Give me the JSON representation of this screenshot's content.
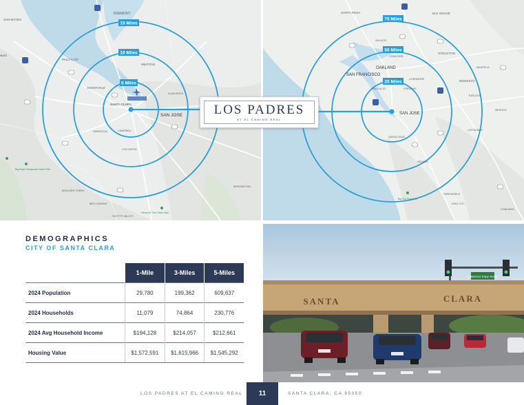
{
  "logo": {
    "main": "LOS PADRES",
    "sub": "AT EL CAMINO REAL"
  },
  "map_left": {
    "rings": [
      "15 Miles",
      "10 Miles",
      "5 Miles"
    ],
    "places": {
      "santa_mateo": "SAN MATEO",
      "fremont": "FREMONT",
      "palo_alto": "PALO ALTO",
      "milpitas": "MILPITAS",
      "sunnyvale": "SUNNYVALE",
      "santa_clara": "SANTA CLARA",
      "san_jose": "SAN JOSE",
      "campbell": "CAMPBELL",
      "saratoga": "SARATOGA",
      "los_gatos": "LOS GATOS",
      "alum_rock": "ALUM ROCK",
      "morgan_hill": "MORGAN HILL",
      "scotts_valley": "SCOTTS VALLEY",
      "boulder_creek": "BOULDER CREEK",
      "big_basin": "Big Basin Redwoods State Park",
      "henry_coe": "Henry W. Coe State Park",
      "ward": "ward"
    }
  },
  "map_right": {
    "rings": [
      "75 Miles",
      "50 Miles",
      "25 Miles"
    ],
    "places": {
      "santa_rosa": "SANTA ROSA",
      "elk_grove": "ELK GROVE",
      "vallejo": "VALLEJO",
      "concord": "CONCORD",
      "stockton": "STOCKTON",
      "oakland": "OAKLAND",
      "san_francisco": "SAN FRANCISCO",
      "livermore": "LIVERMORE",
      "modesto": "MODESTO",
      "fremont": "FREMONT",
      "san_jose": "SAN JOSE",
      "turlock": "TURLOCK",
      "merced": "MERCED",
      "santa_cruz": "SANTA CRUZ",
      "los_banos": "LOS BANOS",
      "salinas": "SALINAS",
      "greenfield": "GREENFIELD",
      "king_city": "KING CITY",
      "coalinga": "COALINGA",
      "big_sur": "Big Sur Shoreline",
      "manteca": "MANTECA",
      "palo_alto": "PALO ALTO"
    }
  },
  "demographics": {
    "title": "DEMOGRAPHICS",
    "subtitle": "CITY OF SANTA CLARA",
    "columns": [
      "1-Mile",
      "3-Miles",
      "5-Miles"
    ],
    "rows": [
      {
        "label": "2024 Population",
        "values": [
          "29,780",
          "199,362",
          "609,637"
        ]
      },
      {
        "label": "2024 Households",
        "values": [
          "11,079",
          "74,864",
          "230,776"
        ]
      },
      {
        "label": "2024 Avg Household Income",
        "values": [
          "$194,128",
          "$214,057",
          "$212,661"
        ]
      },
      {
        "label": "Housing Value",
        "values": [
          "$1,572,591",
          "$1,615,966",
          "$1,545,292"
        ]
      }
    ]
  },
  "photo": {
    "bridge_left": "SANTA",
    "bridge_right": "CLARA",
    "street_sign": "Lawrence Expy South"
  },
  "footer": {
    "left": "LOS PADRES AT EL CAMINO REAL",
    "page": "11",
    "right": "SANTA CLARA, CA 95050"
  },
  "colors": {
    "ring": "#2a9fd6",
    "navy": "#2d3a57",
    "accent": "#2a9fd6"
  }
}
